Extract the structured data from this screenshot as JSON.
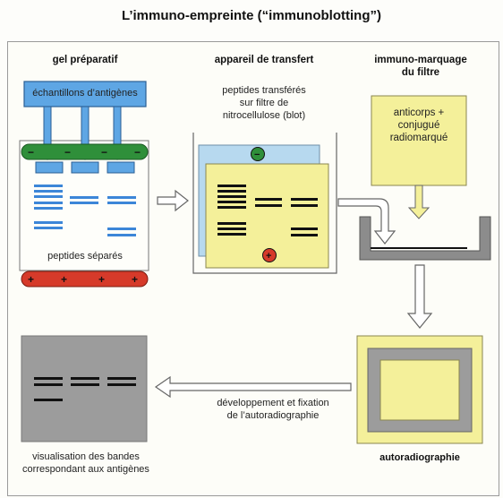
{
  "title": "L’immuno-empreinte (“immunoblotting”)",
  "sections": {
    "gel": {
      "header": "gel préparatif",
      "antigen_box": "échantillons d’antigènes",
      "caption": "peptides séparés"
    },
    "transfer": {
      "header": "appareil de transfert",
      "caption_lines": [
        "peptides transférés",
        "sur filtre de",
        "nitrocellulose (blot)"
      ]
    },
    "immuno": {
      "header_lines": [
        "immuno-marquage",
        "du filtre"
      ],
      "reagent_lines": [
        "anticorps +",
        "conjugué",
        "radiomarqué"
      ]
    },
    "autoradio": {
      "label": "autoradiographie"
    },
    "development": {
      "lines": [
        "développement et fixation",
        "de l’autoradiographie"
      ]
    },
    "result": {
      "caption_lines": [
        "visualisation des bandes",
        "correspondant aux antigènes"
      ]
    }
  },
  "colors": {
    "blue_band": "#3c86d8",
    "light_blue": "#a9d1ec",
    "green_electrode": "#2f8f3a",
    "red_electrode": "#d63a2a",
    "yellow": "#f4f09a",
    "gray_film": "#9c9c9c"
  }
}
